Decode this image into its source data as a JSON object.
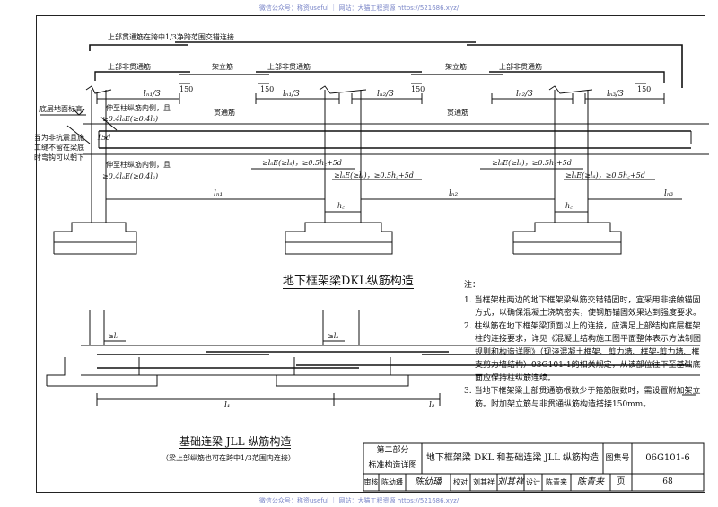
{
  "watermark": {
    "top": "微信公众号：称资useful ｜ 网站：大猫工程资源 https://521686.xyz/",
    "bottom": "微信公众号：称资useful ｜ 网站：大猫工程资源 https://521686.xyz/"
  },
  "dkl": {
    "top_bar_label": "上部贯通筋在跨中1/3净跨范围交错连接",
    "top_rebar_1": "上部非贯通筋",
    "erection_bar": "架立筋",
    "top_rebar_2": "上部非贯通筋",
    "ground_level": "底层地面标高",
    "extend_top": "伸至柱纵筋内侧，且",
    "extend_top_val": "≥0.4lₐE(≥0.4lₐ)",
    "through_bar_1": "贯通筋",
    "through_bar_2": "贯通筋",
    "non_seismic_note": "当为非抗震且施工缝不留在梁底时弯钩可以朝下",
    "extend_bot": "伸至柱纵筋内侧，且",
    "extend_bot_val": "≥0.4lₐE(≥0.4lₐ)",
    "d15": "15d",
    "dim_150": "150",
    "ln1_3": "lₙ₁/3",
    "ln2_3": "lₙ₂/3",
    "ln3_3": "lₙ₃/3",
    "anchor_1": "≥lₐE(≥lₐ)，≥0.5h꜀+5d",
    "anchor_2": "≥lₐE(≥lₐ)，≥0.5h꜀+5d",
    "anchor_3": "≥lₐE(≥lₐ)，≥0.5h꜀+5d",
    "anchor_4": "≥lₐE(≥lₐ)，≥0.5h꜀+5d",
    "hc": "h꜀",
    "ln1": "lₙ₁",
    "ln2": "lₙ₂",
    "ln3": "lₙ₃",
    "caption": "地下框架梁DKL纵筋构造"
  },
  "jll": {
    "la": "≥lₐ",
    "l1": "l₁",
    "l2": "l₂",
    "caption": "基础连梁 JLL 纵筋构造",
    "subcaption": "（梁上部纵筋也可在跨中1/3范围内连接）"
  },
  "notes": {
    "heading": "注：",
    "items": [
      "1. 当框架柱两边的地下框架梁纵筋交错锚固时，宜采用非接触锚固方式，以确保混凝土浇筑密实，使钢筋锚固效果达到强度要求。",
      "2. 柱纵筋在地下框架梁顶面以上的连接，应满足上部结构底层框架柱的连接要求，详见《混凝土结构施工图平面整体表示方法制图规则和构造详图》（现浇混凝土框架、剪力墙、框架-剪力墙、框支剪力墙结构）03G101-1的相关规定，从该部位往下至基础底面应保持柱纵筋连续。",
      "3. 当地下框架梁上部贯通筋根数少于箍筋肢数时，需设置附加架立筋。附加架立筋与非贯通纵筋构造搭接150mm。"
    ]
  },
  "title_block": {
    "part": "第二部分",
    "part_sub": "标准构造详图",
    "title": "地下框架梁 DKL 和基础连梁 JLL 纵筋构造",
    "atlas_label": "图集号",
    "atlas_no": "06G101-6",
    "review": "审核",
    "reviewer": "陈幼璠",
    "reviewer_sig": "陈幼璠",
    "check": "校对",
    "checker": "刘其祥",
    "checker_sig": "刘其祥",
    "design": "设计",
    "designer": "陈青来",
    "designer_sig": "陈青来",
    "page_label": "页",
    "page_no": "68"
  }
}
